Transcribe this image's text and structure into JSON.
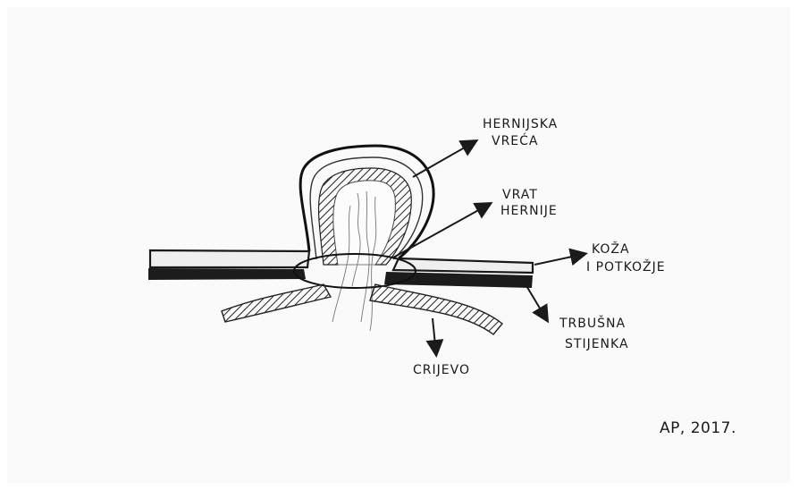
{
  "labels": {
    "sac_line1": "HERNIJSKA",
    "sac_line2": "VREĆA",
    "neck_line1": "VRAT",
    "neck_line2": "HERNIJE",
    "skin_line1": "KOŽA",
    "skin_line2": "I POTKOŽJE",
    "wall_line1": "TRBUŠNA",
    "wall_line2": "STIJENKA",
    "intestine": "CRIJEVO"
  },
  "signature": "AP, 2017.",
  "colors": {
    "ink": "#1a1a1a",
    "paper": "#fafafa",
    "wall": "#1c1c1c",
    "skin_fill": "#efefef"
  }
}
